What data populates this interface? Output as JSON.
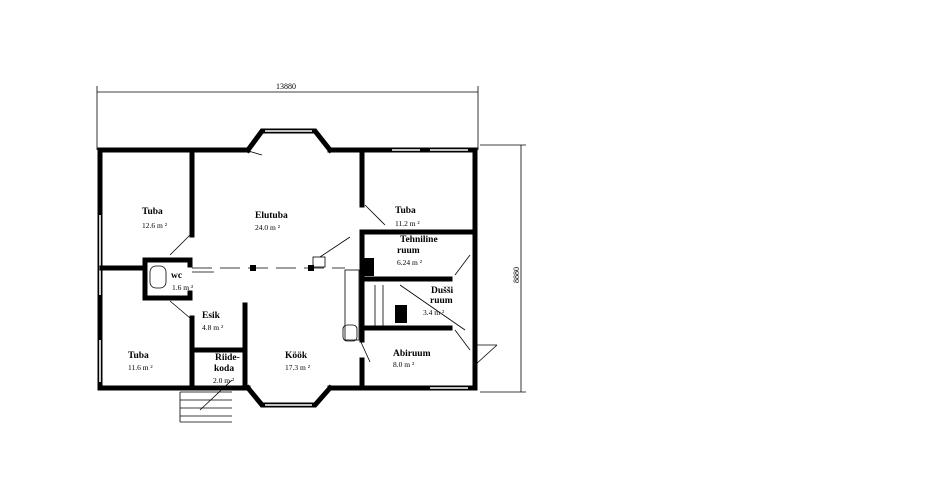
{
  "dimensions": {
    "width": "13880",
    "height": "8880"
  },
  "rooms": [
    {
      "name": "Tuba",
      "area": "12.6 m ²"
    },
    {
      "name": "Elutuba",
      "area": "24.0 m ²"
    },
    {
      "name": "Tuba",
      "area": "11.2 m ²"
    },
    {
      "name": "Tehniline",
      "name2": "ruum",
      "area": "6.24 m ²"
    },
    {
      "name": "wc",
      "area": "1.6 m ²"
    },
    {
      "name": "Dušši",
      "name2": "ruum",
      "area": "3.4 m ²"
    },
    {
      "name": "Esik",
      "area": "4.8 m ²"
    },
    {
      "name": "Tuba",
      "area": "11.6 m ²"
    },
    {
      "name": "Riide-",
      "name2": "koda",
      "area": "2.0 m ²"
    },
    {
      "name": "Köök",
      "area": "17.3 m ²"
    },
    {
      "name": "Abiruum",
      "area": "8.0 m ²"
    }
  ]
}
